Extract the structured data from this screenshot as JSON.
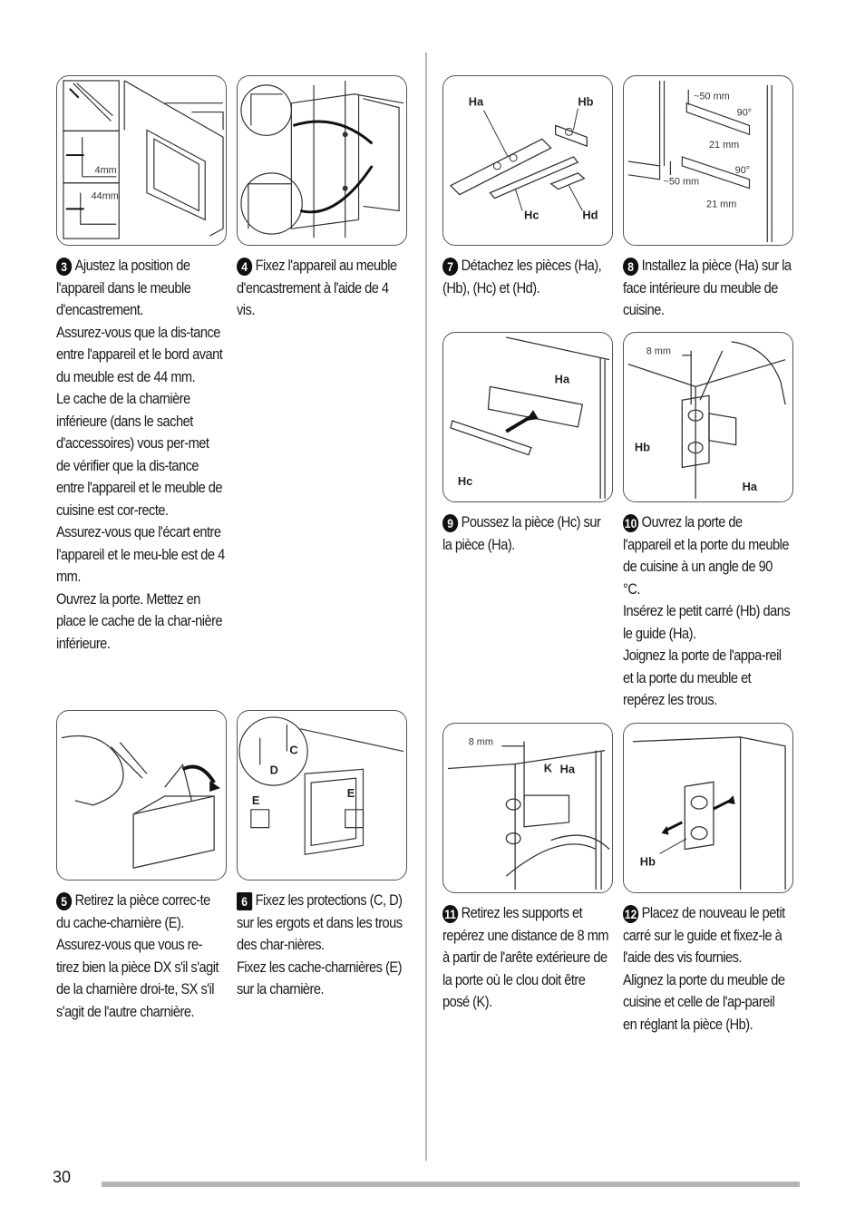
{
  "page_number": "30",
  "steps": {
    "s3": {
      "num": "3",
      "text": "Ajustez la position de l'appareil dans le meuble d'encastrement.\nAssurez-vous que la dis-tance entre l'appareil et le bord avant du meuble est de 44 mm.\nLe cache de la charnière inférieure (dans le sachet d'accessoires) vous per-met de vérifier que la dis-tance entre l'appareil et le meuble de cuisine est cor-recte.\nAssurez-vous que l'écart entre l'appareil et le meu-ble est de 4 mm.\nOuvrez la porte. Mettez en place le cache de la char-nière inférieure."
    },
    "s4": {
      "num": "4",
      "text": "Fixez l'appareil au meuble d'encastrement à l'aide de 4 vis."
    },
    "s5": {
      "num": "5",
      "text": "Retirez la pièce correc-te du cache-charnière (E). Assurez-vous que vous re-tirez bien la pièce DX s'il s'agit de la charnière droi-te, SX s'il s'agit de l'autre charnière."
    },
    "s6": {
      "num": "6",
      "text": "Fixez les protections (C, D) sur les ergots et dans les trous des char-nières.\nFixez les cache-charnières (E) sur la charnière."
    },
    "s7": {
      "num": "7",
      "text": "Détachez les pièces (Ha), (Hb), (Hc) et (Hd)."
    },
    "s8": {
      "num": "8",
      "text": "Installez la pièce (Ha) sur la face intérieure du meuble de cuisine."
    },
    "s9": {
      "num": "9",
      "text": "Poussez la pièce (Hc) sur la pièce (Ha)."
    },
    "s10": {
      "num": "10",
      "text": "Ouvrez la porte de l'appareil et la porte du meuble de cuisine à un angle de 90 °C.\nInsérez le petit carré (Hb) dans le guide (Ha).\nJoignez la porte de l'appa-reil et la porte du meuble et repérez les trous."
    },
    "s11": {
      "num": "11",
      "text": "Retirez les supports et repérez une distance de 8 mm à partir de l'arête extérieure de la porte où le clou doit être posé (K)."
    },
    "s12": {
      "num": "12",
      "text": "Placez de nouveau le petit carré sur le guide et fixez-le à l'aide des vis fournies.\nAlignez la porte du meuble de cuisine et celle de l'ap-pareil en réglant la pièce (Hb)."
    }
  },
  "figures": {
    "f3": {
      "m1": "4mm",
      "m2": "44mm"
    },
    "f6": {
      "c": "C",
      "d": "D",
      "e1": "E",
      "e2": "E"
    },
    "f7": {
      "ha": "Ha",
      "hb": "Hb",
      "hc": "Hc",
      "hd": "Hd"
    },
    "f8": {
      "d1": "~50 mm",
      "a1": "90°",
      "d2": "21 mm",
      "a2": "90°",
      "d3": "~50 mm",
      "d4": "21 mm"
    },
    "f9": {
      "ha": "Ha",
      "hc": "Hc"
    },
    "f10": {
      "m": "8 mm",
      "hb": "Hb",
      "ha": "Ha"
    },
    "f11": {
      "m": "8 mm",
      "k": "K",
      "ha": "Ha"
    },
    "f12": {
      "hb": "Hb"
    }
  }
}
